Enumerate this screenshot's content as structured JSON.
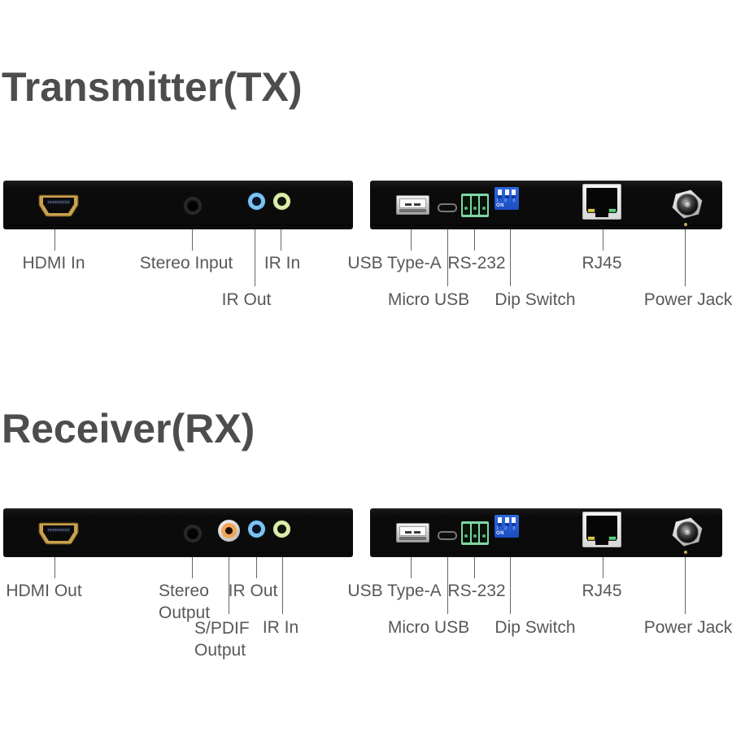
{
  "tx": {
    "title": "Transmitter(TX)",
    "front": {
      "hdmi": "HDMI In",
      "stereo": "Stereo Input",
      "ir_out": "IR Out",
      "ir_in": "IR In"
    },
    "rear": {
      "usb_a": "USB Type-A",
      "micro_usb": "Micro USB",
      "rs232": "RS-232",
      "dip_switch": "Dip Switch",
      "rj45": "RJ45",
      "power_jack": "Power Jack"
    }
  },
  "rx": {
    "title": "Receiver(RX)",
    "front": {
      "hdmi": "HDMI Out",
      "stereo": "Stereo Output",
      "spdif": "S/PDIF Output",
      "ir_out": "IR Out",
      "ir_in": "IR In"
    },
    "rear": {
      "usb_a": "USB Type-A",
      "micro_usb": "Micro USB",
      "rs232": "RS-232",
      "dip_switch": "Dip Switch",
      "rj45": "RJ45",
      "power_jack": "Power Jack"
    }
  },
  "dip_switch_markings": {
    "numbers": "1 2 3",
    "on_label": "ON"
  },
  "colors": {
    "panel_black": "#0b0b0b",
    "title_text": "#4d4d4d",
    "label_text": "#585858",
    "leader_line": "#666666",
    "ir_out_jack_blue": "#79c3ee",
    "ir_in_jack_green": "#dcecaa",
    "spdif_rca_orange": "#f2a558",
    "dip_switch_blue": "#2c66df",
    "rs232_terminal_green": "#7ed7a5",
    "rj45_led_yellow": "#d8c83a",
    "rj45_led_green": "#59d97a",
    "hdmi_gold": "#caa14e"
  }
}
